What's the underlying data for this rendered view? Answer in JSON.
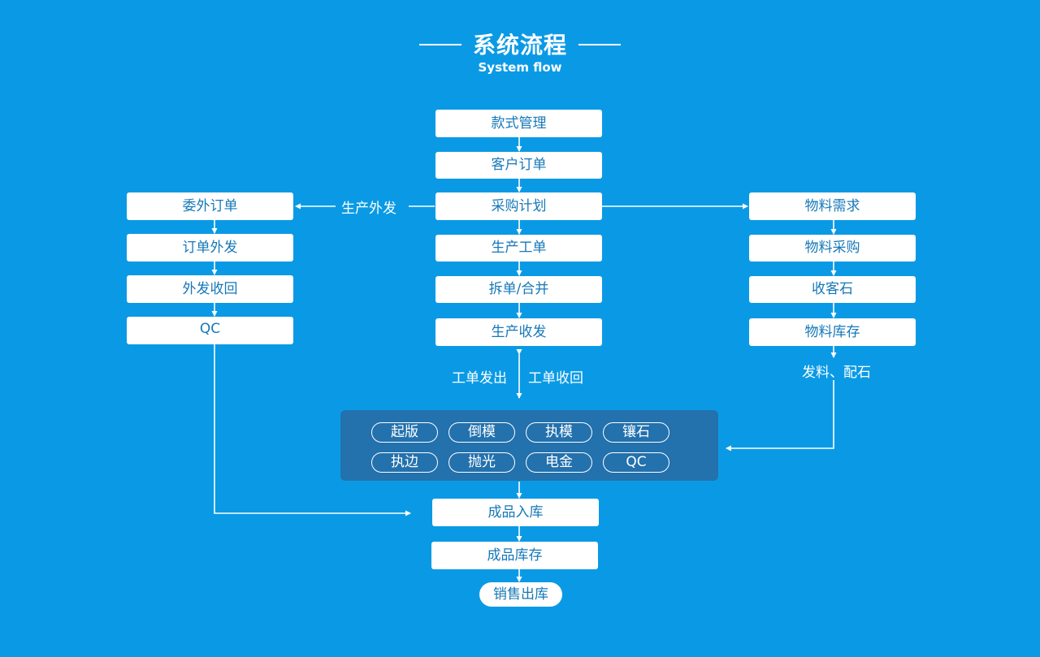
{
  "header": {
    "title": "系统流程",
    "subtitle": "System flow"
  },
  "center_flow": [
    "款式管理",
    "客户订单",
    "采购计划",
    "生产工单",
    "拆单/合并",
    "生产收发"
  ],
  "left_flow": [
    "委外订单",
    "订单外发",
    "外发收回",
    "QC"
  ],
  "right_flow": [
    "物料需求",
    "物料采购",
    "收客石",
    "物料库存"
  ],
  "labels": {
    "outsource": "生产外发",
    "dispatch": "工单发出",
    "recover": "工单收回",
    "material_issue": "发料、配石"
  },
  "process_panel": {
    "row1": [
      "起版",
      "倒模",
      "执模",
      "镶石"
    ],
    "row2": [
      "执边",
      "抛光",
      "电金",
      "QC"
    ]
  },
  "bottom_flow": [
    "成品入库",
    "成品库存"
  ],
  "end_node": "销售出库",
  "colors": {
    "background": "#0a9ae5",
    "panel": "#2371ad",
    "box_text": "#1678b8",
    "line": "#ffffff"
  }
}
